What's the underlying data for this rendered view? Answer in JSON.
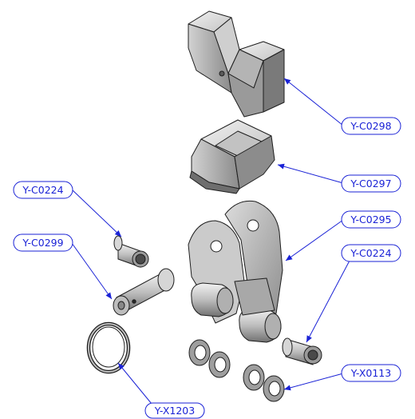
{
  "diagram": {
    "callouts": [
      {
        "id": "c1",
        "label": "Y-C0298",
        "target": "upper-v-block"
      },
      {
        "id": "c2",
        "label": "Y-C0297",
        "target": "lower-saddle-block"
      },
      {
        "id": "c3",
        "label": "Y-C0224",
        "target": "left-bushing"
      },
      {
        "id": "c4",
        "label": "Y-C0299",
        "target": "clevis-pin"
      },
      {
        "id": "c5",
        "label": "Y-C0295",
        "target": "hinge-bracket"
      },
      {
        "id": "c6",
        "label": "Y-C0224",
        "target": "right-bushing"
      },
      {
        "id": "c7",
        "label": "Y-X0113",
        "target": "washers"
      },
      {
        "id": "c8",
        "label": "Y-X1203",
        "target": "split-ring"
      }
    ],
    "colors": {
      "callout": "#1a22d6",
      "part_fill": "#bdbdbd",
      "part_light": "#e6e6e6",
      "part_dark": "#6e6e6e",
      "outline": "#1e1e1e"
    }
  }
}
